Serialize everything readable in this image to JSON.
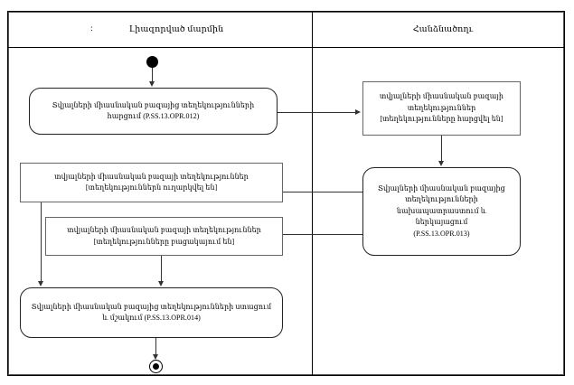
{
  "diagram": {
    "type": "uml-activity-diagram",
    "lanes": [
      {
        "id": "left",
        "colon": ":",
        "title": "Լիազորված մարմին"
      },
      {
        "id": "right",
        "colon": "",
        "title": "Հանձնածողւ"
      }
    ],
    "nodes": [
      {
        "id": "start",
        "kind": "initial-node",
        "lane": "left",
        "label": ""
      },
      {
        "id": "action-012",
        "kind": "action",
        "lane": "left",
        "line1": "Տվյալների միասնական բազայից տեղեկությունների",
        "line2": "հարցում (P.SS.13.OPR.012)"
      },
      {
        "id": "object-requested",
        "kind": "object-state",
        "lane": "right",
        "line1": "տվյալների միասնական բազայի",
        "line2": "տեղեկություններ",
        "line3": "[տեղեկությունները հարցվել են]"
      },
      {
        "id": "action-013",
        "kind": "action",
        "lane": "right",
        "line1": "Տվյալների միասնական բազայից",
        "line2": "տեղեկությունների",
        "line3": "նախապատրաստում և",
        "line4": "ներկայացում",
        "line5": "(P.SS.13.OPR.013)"
      },
      {
        "id": "object-sent",
        "kind": "object-state",
        "lane": "left",
        "line1": "տվյալների միասնական բազայի տեղեկություններ",
        "line2": "[տեղեկություններն ուղարկվել են]"
      },
      {
        "id": "object-missing",
        "kind": "object-state",
        "lane": "left",
        "line1": "տվյալների միասնական բազայի տեղեկություններ",
        "line2": "[տեղեկությունները բացակայում են]"
      },
      {
        "id": "action-014",
        "kind": "action",
        "lane": "left",
        "line1": "Տվյալների միասնական բազայից տեղեկությունների ստացում",
        "line2": "և մշակում (P.SS.13.OPR.014)"
      },
      {
        "id": "end",
        "kind": "final-node",
        "lane": "left",
        "label": ""
      }
    ],
    "colors": {
      "stroke": "#000000",
      "edge": "#333333",
      "object_border": "#666666",
      "background": "#ffffff"
    }
  }
}
